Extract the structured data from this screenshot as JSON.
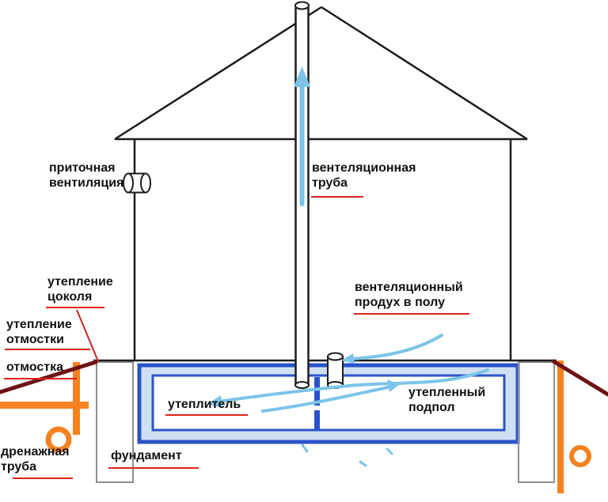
{
  "labels": {
    "supply_ventilation": {
      "line1": "приточная",
      "line2": "вентиляция"
    },
    "ventilation_pipe": {
      "line1": "вентеляционная",
      "line2": "труба"
    },
    "plinth_insulation": {
      "line1": "утепление",
      "line2": "цоколя"
    },
    "blind_area_insulation": {
      "line1": "утепление",
      "line2": "отмостки"
    },
    "blind_area": {
      "line1": "отмостка"
    },
    "floor_vent": {
      "line1": "вентеляционный",
      "line2": "продух в полу"
    },
    "insulation": {
      "line1": "утеплитель"
    },
    "insulated_underfloor": {
      "line1": "утепленный",
      "line2": "подпол"
    },
    "drainage_pipe": {
      "line1": "дренажная",
      "line2": "труба"
    },
    "foundation": {
      "line1": "фундамент"
    }
  },
  "colors": {
    "outline_black": "#1c1c1c",
    "underfloor_border_blue": "#2a53c9",
    "underfloor_fill_blue": "#cfe0f2",
    "airflow_blue": "#7cc4e8",
    "label_underline_red": "#e02218",
    "blind_area_maroon": "#6d1216",
    "pipe_orange": "#f58220",
    "soil_yellow": "#f1e43a",
    "concrete_gray": "#9b9b9b"
  }
}
